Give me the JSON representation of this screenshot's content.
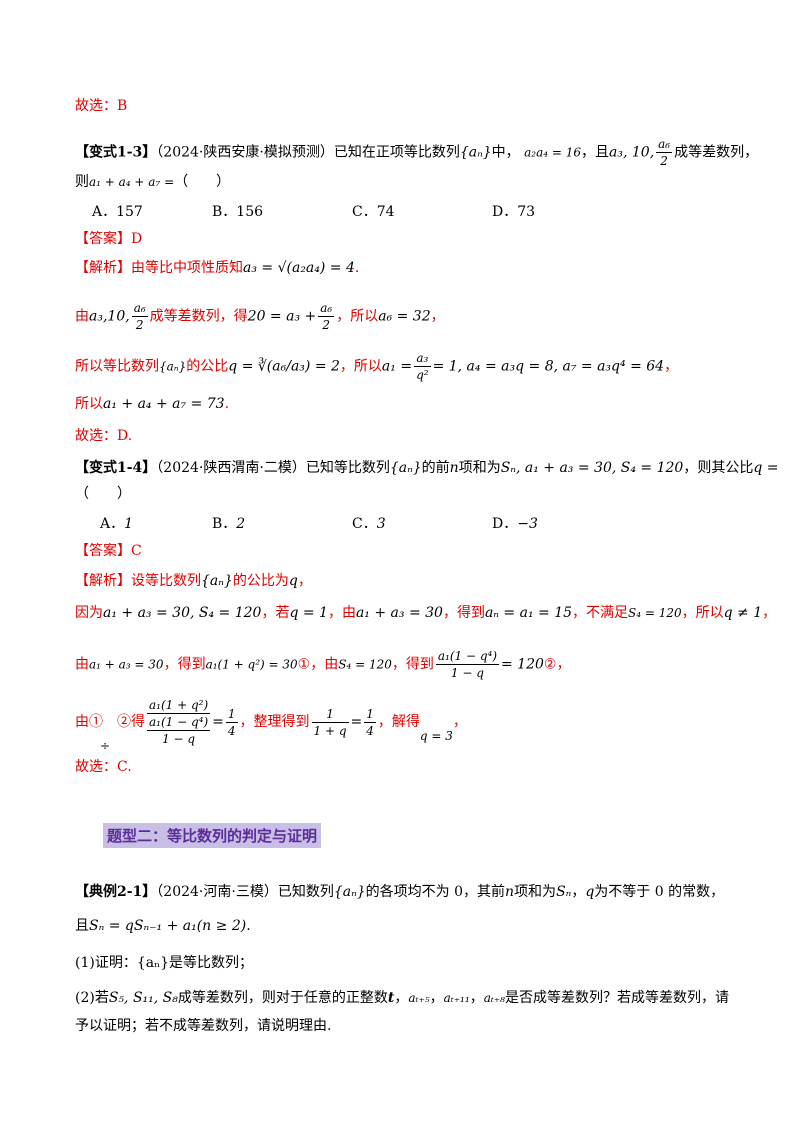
{
  "b1": {
    "answer_end": "故选：B"
  },
  "v13": {
    "tag": "【变式1-3】",
    "source": "（2024·陕西安康·模拟预测）",
    "stem_a": "已知在正项等比数列",
    "seq": "{aₙ}",
    "stem_b": "中，",
    "cond1": "a₂a₄ = 16",
    "stem_c": "，且",
    "cond2_a": "a₃, 10,",
    "cond2_num": "a₆",
    "cond2_den": "2",
    "stem_d": "成等差数列，",
    "ask_a": "则",
    "ask_expr": "a₁ + a₄ + a₇ =",
    "ask_paren": "（　　）",
    "opts": [
      "A．157",
      "B．156",
      "C．74",
      "D．73"
    ],
    "answer": "【答案】D",
    "sol_tag": "【解析】",
    "sol1_a": "由等比中项性质知",
    "sol1_expr": "a₃ = √(a₂a₄) = 4",
    "sol1_end": ".",
    "sol2_a": "由",
    "sol2_expr1": "a₃,10,",
    "sol2_num": "a₆",
    "sol2_den": "2",
    "sol2_b": "成等差数列，得",
    "sol2_expr2": "20 = a₃ +",
    "sol2_num2": "a₆",
    "sol2_den2": "2",
    "sol2_c": "，所以",
    "sol2_expr3": "a₆ = 32",
    "sol2_d": "，",
    "sol3_a": "所以等比数列",
    "sol3_seq": "{aₙ}",
    "sol3_b": "的公比",
    "sol3_q": "q = ∛(a₆/a₃) = 2",
    "sol3_c": "，所以",
    "sol3_a1": "a₁ =",
    "sol3_num": "a₃",
    "sol3_den": "q²",
    "sol3_rest": "= 1, a₄ = a₃q = 8, a₇ = a₃q⁴ = 64",
    "sol3_d": "，",
    "sol4_a": "所以",
    "sol4_expr": "a₁ + a₄ + a₇ = 73",
    "sol4_end": ".",
    "end": "故选：D."
  },
  "v14": {
    "tag": "【变式1-4】",
    "source": "（2024·陕西渭南·二模）",
    "stem_a": "已知等比数列",
    "seq": "{aₙ}",
    "stem_b": "的前",
    "n": "n",
    "stem_c": "项和为",
    "cond": "Sₙ, a₁ + a₃ = 30, S₄ = 120",
    "stem_d": "，则其公比",
    "q": "q =",
    "paren": "（　　）",
    "opts_letters": [
      "A．",
      "B．",
      "C．",
      "D．"
    ],
    "opts_vals": [
      "1",
      "2",
      "3",
      "−3"
    ],
    "answer": "【答案】C",
    "sol_tag": "【解析】",
    "sol1_a": "设等比数列",
    "sol1_seq": "{aₙ}",
    "sol1_b": "的公比为",
    "sol1_q": "q",
    "sol1_c": "，",
    "sol2_a": "因为",
    "sol2_e1": "a₁ + a₃ = 30, S₄ = 120",
    "sol2_b": "，若",
    "sol2_e2": "q = 1",
    "sol2_c": "，由",
    "sol2_e3": "a₁ + a₃ = 30",
    "sol2_d": "，得到",
    "sol2_e4": "aₙ = a₁ = 15",
    "sol2_f": "，不满足",
    "sol2_e5": "S₄ = 120",
    "sol2_g": "，所以",
    "sol2_e6": "q ≠ 1",
    "sol2_h": "，",
    "sol3_a": "由",
    "sol3_e1": "a₁ + a₃ = 30",
    "sol3_b": "，得到",
    "sol3_e2": "a₁(1 + q²) = 30",
    "sol3_c": "①，由",
    "sol3_e3": "S₄ = 120",
    "sol3_d": "，得到",
    "sol3_num": "a₁(1 − q⁴)",
    "sol3_den": "1 − q",
    "sol3_e4": "= 120",
    "sol3_e": "②，",
    "sol4_a": "由①　②得",
    "sol4_div": "÷",
    "sol4_num": "a₁(1 + q²)",
    "sol4_den_top": "a₁(1 − q⁴)",
    "sol4_den_bot": "1 − q",
    "sol4_eq": "=",
    "sol4_rnum": "1",
    "sol4_rden": "4",
    "sol4_b": "，整理得到",
    "sol4_fnum": "1",
    "sol4_fden": "1 + q",
    "sol4_eq2": "=",
    "sol4_gnum": "1",
    "sol4_gden": "4",
    "sol4_c": "，解得",
    "sol4_ans": "q = 3",
    "sol4_d": "，",
    "end": "故选：C."
  },
  "section": {
    "title": "题型二：等比数列的判定与证明"
  },
  "ex21": {
    "tag": "【典例2-1】",
    "source": "（2024·河南·三模）",
    "stem_a": "已知数列",
    "seq": "{aₙ}",
    "stem_b": "的各项均不为 0，其前",
    "n": "n",
    "stem_c": "项和为",
    "sn": "Sₙ",
    "stem_d": "，",
    "q": "q",
    "stem_e": "为不等于 0 的常数，",
    "line2_a": "且",
    "line2_expr": "Sₙ = qSₙ₋₁ + a₁(n ≥ 2)",
    "line2_end": ".",
    "part1": "(1)证明：{aₙ}是等比数列；",
    "part2_a": "(2)若",
    "part2_expr": "S₅, S₁₁, S₈",
    "part2_b": "成等差数列，则对于任意的正整数",
    "part2_t": "t",
    "part2_c": "，",
    "part2_e1": "aₜ₊₅",
    "part2_d": "，",
    "part2_e2": "aₜ₊₁₁",
    "part2_e": "，",
    "part2_e3": "aₜ₊₈",
    "part2_f": "是否成等差数列？若成等差数列，请",
    "part2_line2": "予以证明；若不成等差数列，请说明理由."
  }
}
